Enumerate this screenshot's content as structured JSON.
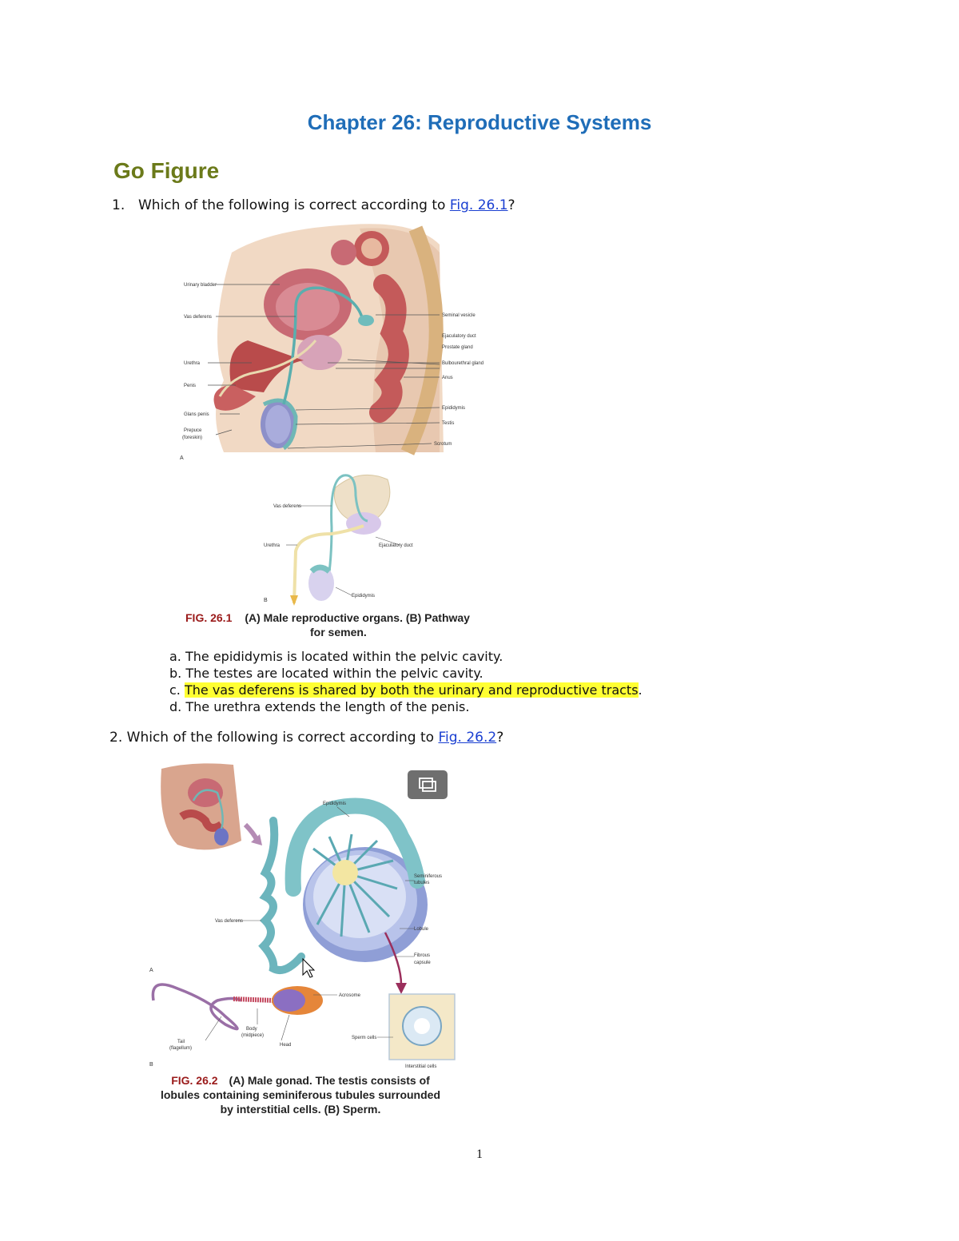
{
  "document": {
    "title": "Chapter 26: Reproductive Systems",
    "section": "Go Figure",
    "page_number": "1"
  },
  "q1": {
    "number": "1.",
    "text_before": "Which of the following is correct according to ",
    "link": "Fig. 26.1",
    "text_after": "?",
    "options": [
      {
        "letter": "a.",
        "text": "The epididymis is located within the pelvic cavity."
      },
      {
        "letter": "b.",
        "text": "The testes are located within the pelvic cavity."
      },
      {
        "letter": "c.",
        "text": "The vas deferens is shared by both the urinary and reproductive tracts",
        "suffix": "."
      },
      {
        "letter": "d.",
        "text": "The urethra extends the length of the penis."
      }
    ],
    "highlight_color": "#FFFF33"
  },
  "fig1": {
    "label_a": "A",
    "label_b": "B",
    "caption_fig": "FIG. 26.1",
    "caption_line1": "(A) Male reproductive organs. (B) Pathway",
    "caption_line2": "for semen.",
    "left_labels": [
      "Urinary bladder",
      "Vas deferens",
      "Urethra",
      "Penis",
      "Glans penis",
      "Prepuce",
      "(foreskin)"
    ],
    "right_labels": [
      "Seminal vesicle",
      "Ejaculatory duct",
      "Prostate gland",
      "Bulbourethral gland",
      "Anus",
      "Epididymis",
      "Testis",
      "Scrotum"
    ],
    "b_labels": [
      "Vas deferens",
      "Urethra",
      "Ejaculatory duct",
      "Epididymis"
    ]
  },
  "q2": {
    "number": "2.",
    "text_before": "Which of the following is correct according to ",
    "link": "Fig. 26.2",
    "text_after": "?"
  },
  "fig2": {
    "label_a": "A",
    "label_b": "B",
    "labels": [
      "Epididymis",
      "Seminiferous",
      "tubules",
      "Lobule",
      "Fibrous",
      "capsule",
      "Vas deferens",
      "Acrosome",
      "Body",
      "(midpiece)",
      "Tail",
      "(flagellum)",
      "Head",
      "Sperm cells",
      "Interstitial cells"
    ],
    "caption_fig": "FIG. 26.2",
    "caption_line1": "(A) Male gonad. The testis consists of",
    "caption_line2": "lobules containing seminiferous tubules surrounded",
    "caption_line3": "by interstitial cells. (B) Sperm.",
    "expand_icon": "expand-image-icon"
  },
  "colors": {
    "title": "#1F6DB8",
    "section": "#6B7A1A",
    "link": "#1a3fd1",
    "fig_caption_label": "#9a1a1a"
  }
}
